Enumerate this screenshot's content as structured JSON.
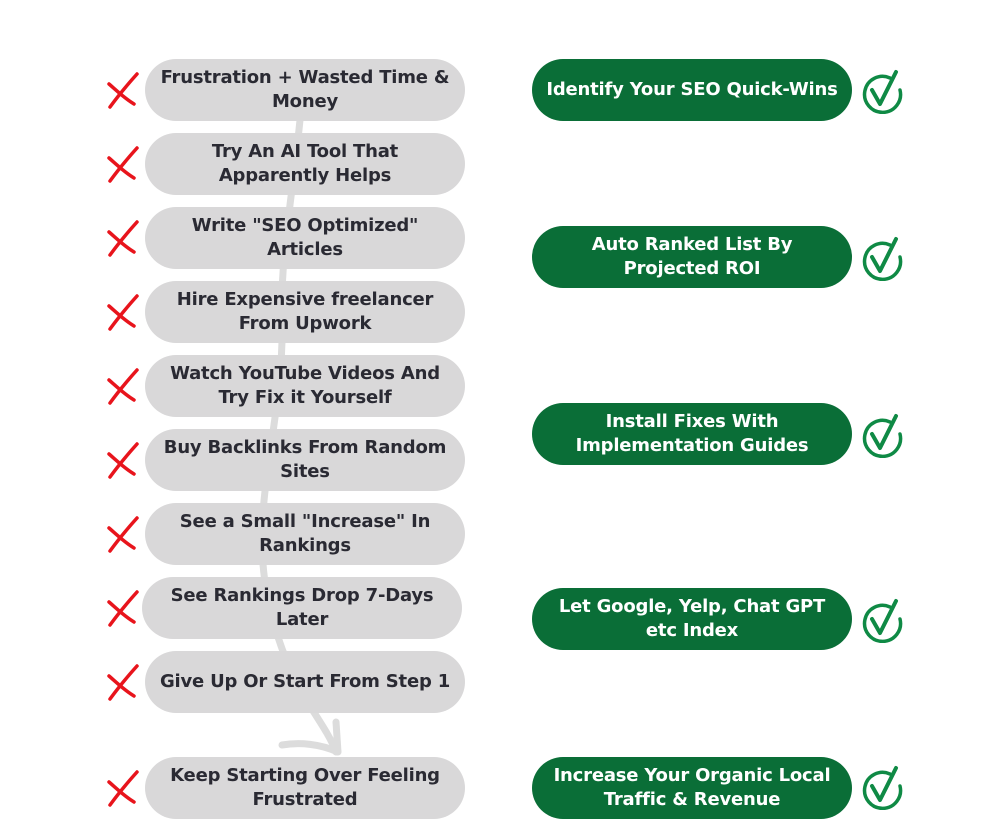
{
  "colors": {
    "bad_pill_bg": "#d9d8d9",
    "bad_pill_text": "#2a2a33",
    "good_pill_bg": "#0a6e37",
    "good_pill_text": "#ffffff",
    "x_mark": "#e8141c",
    "check_mark": "#0f8a45",
    "connector": "#dcdcdc"
  },
  "left_column": {
    "icon": "x-mark-icon",
    "steps": [
      {
        "label": "Frustration + Wasted Time & Money"
      },
      {
        "label": "Try An AI Tool That Apparently Helps"
      },
      {
        "label": "Write \"SEO Optimized\" Articles"
      },
      {
        "label": "Hire Expensive freelancer From Upwork"
      },
      {
        "label": "Watch YouTube Videos And Try Fix it Yourself"
      },
      {
        "label": "Buy Backlinks From Random Sites"
      },
      {
        "label": "See a Small \"Increase\" In Rankings"
      },
      {
        "label": "See Rankings Drop 7-Days Later"
      },
      {
        "label": "Give Up Or Start From Step 1"
      },
      {
        "label": "Keep Starting Over Feeling Frustrated"
      }
    ]
  },
  "right_column": {
    "icon": "check-circle-icon",
    "steps": [
      {
        "label": "Identify Your SEO Quick-Wins"
      },
      {
        "label": "Auto Ranked List By Projected ROI"
      },
      {
        "label": "Install Fixes With Implementation Guides"
      },
      {
        "label": "Let Google, Yelp, Chat GPT etc Index"
      },
      {
        "label": "Increase Your Organic Local Traffic & Revenue"
      }
    ]
  }
}
